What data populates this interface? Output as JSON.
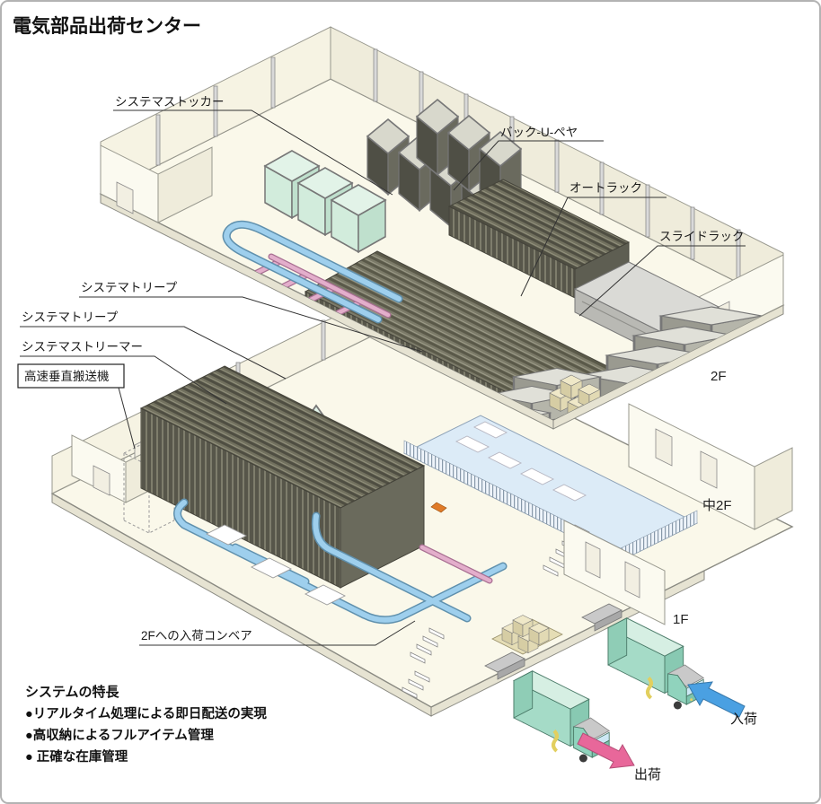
{
  "title": "電気部品出荷センター",
  "diagram": {
    "labels": {
      "system_stocker": "システマストッカー",
      "pack_u_veyor": "バック-U-ペヤ",
      "auto_rack": "オートラック",
      "slide_rack": "スライドラック",
      "systema_trieve_2f": "システマトリープ",
      "systema_trieve_1f": "システマトリープ",
      "systema_streamer": "システマストリーマー",
      "vertical_conveyor": "高速垂直搬送機",
      "inbound_conveyor_2f": "2Fへの入荷コンベア"
    },
    "floors": {
      "f2": "2F",
      "m2f": "中2F",
      "f1": "1F"
    },
    "flows": {
      "inbound": "入荷",
      "outbound": "出荷"
    }
  },
  "features": {
    "heading": "システムの特長",
    "items": [
      "●リアルタイム処理による即日配送の実現",
      "●高収納によるフルアイテム管理",
      "● 正確な在庫管理"
    ]
  },
  "colors": {
    "floor": "#faf8ea",
    "rack_dark": "#57564a",
    "mint_equipment": "#d9f0e2",
    "conveyor_blue": "#9ecfed",
    "conveyor_pink": "#e3aecb",
    "truck_body": "#a5dbc7",
    "truck_stripe": "#e2cf5e",
    "arrow_inbound": "#4aa0e2",
    "arrow_outbound": "#e8679a",
    "mezzanine_deck": "#dcebf7"
  }
}
